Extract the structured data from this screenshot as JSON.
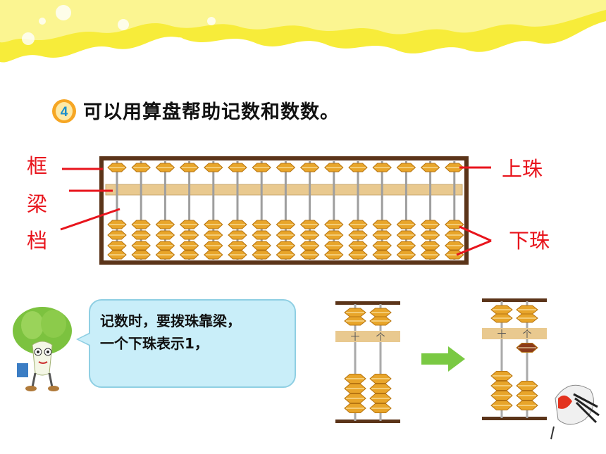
{
  "question": {
    "number": "4",
    "text": "可以用算盘帮助记数和数数。"
  },
  "labels": {
    "frame": "框",
    "beam": "梁",
    "rod": "档",
    "upper_bead": "上珠",
    "lower_bead": "下珠"
  },
  "speech": {
    "line1": "记数时，要拨珠靠梁，",
    "line2": "一个下珠表示1，"
  },
  "small_abacus": {
    "tens": "十",
    "ones": "个"
  },
  "colors": {
    "banner": "#f7ec3a",
    "bead": "#e8a52a",
    "frame": "#5b3419",
    "beam": "#e9c98f",
    "red_label": "#e8141c",
    "moved_bead": "#8b3a1a",
    "arrow": "#7ac943"
  }
}
